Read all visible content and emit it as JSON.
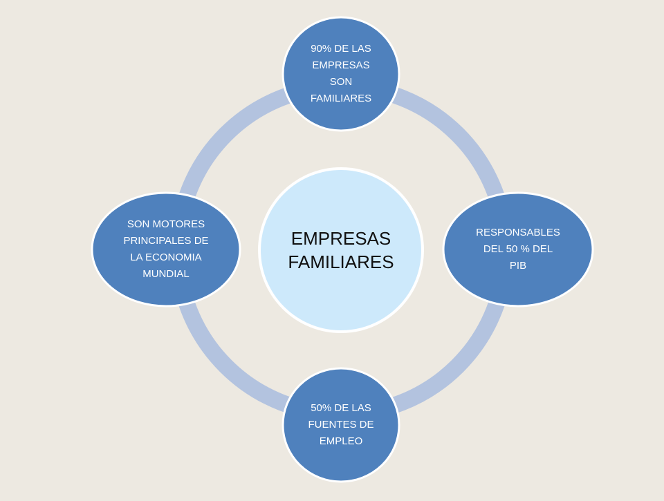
{
  "colors": {
    "background": "#ede9e1",
    "ring": "#b3c3df",
    "center_fill": "#cde9fb",
    "node_fill": "#4f81bd",
    "node_border": "#ffffff",
    "node_text": "#ffffff",
    "center_text": "#111111"
  },
  "diagram": {
    "center": {
      "text": "EMPRESAS\nFAMILIARES"
    },
    "nodes": {
      "top": "90% DE LAS\nEMPRESAS\nSON\nFAMILIARES",
      "right": "RESPONSABLES\nDEL 50 % DEL\nPIB",
      "bottom": "50% DE LAS\nFUENTES DE\nEMPLEO",
      "left": "SON MOTORES\nPRINCIPALES DE\nLA ECONOMIA\nMUNDIAL"
    }
  }
}
